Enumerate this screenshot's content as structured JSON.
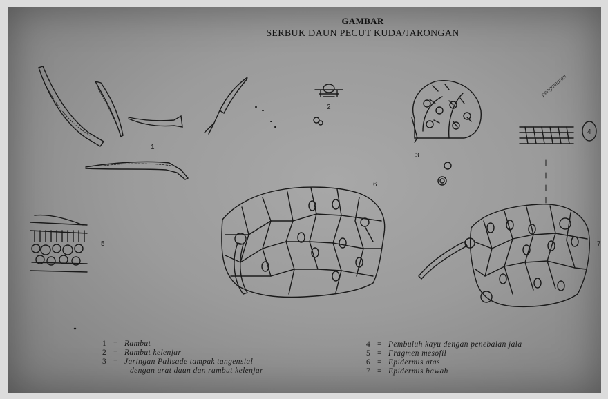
{
  "title": {
    "line1": "GAMBAR",
    "line2": "SERBUK DAUN PECUT KUDA/JARONGAN"
  },
  "figure_labels": [
    "1",
    "2",
    "3",
    "4",
    "5",
    "6",
    "7"
  ],
  "legend_left": [
    {
      "key": "1",
      "text": "Rambut"
    },
    {
      "key": "2",
      "text": "Rambut kelenjar"
    },
    {
      "key": "3",
      "text": "Jaringan Palisade tampak tangensial"
    },
    {
      "key": "",
      "text": "dengan urat daun dan rambut kelenjar"
    }
  ],
  "legend_right": [
    {
      "key": "4",
      "text": "Pembuluh kayu dengan penebalan jala"
    },
    {
      "key": "5",
      "text": "Fragmen mesofil"
    },
    {
      "key": "6",
      "text": "Epidermis atas"
    },
    {
      "key": "7",
      "text": "Epidermis bawah"
    }
  ],
  "handwritten_note": "pengamatan"
}
